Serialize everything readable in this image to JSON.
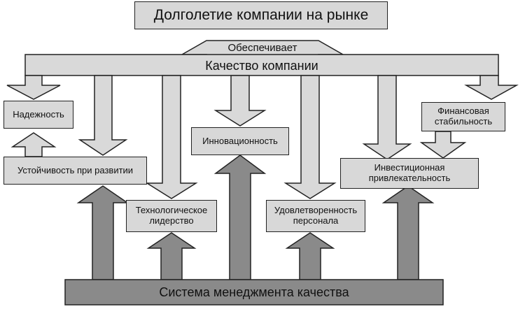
{
  "title": "Долголетие компании на рынке",
  "provides": "Обеспечивает",
  "quality": "Качество компании",
  "qms": "Система менеджмента качества",
  "nodes": {
    "reliability": "Надежность",
    "sustainability": "Устойчивость при развитии",
    "tech_leadership": "Технологическое\nлидерство",
    "innovation": "Инновационность",
    "staff_satisfaction": "Удовлетворенность\nперсонала",
    "investment": "Инвестиционная\nпривлекательность",
    "financial": "Финансовая\nстабильность"
  },
  "colors": {
    "light_arrow": "#d9d9d9",
    "dark_arrow": "#8a8a8a",
    "outline": "#222222"
  }
}
